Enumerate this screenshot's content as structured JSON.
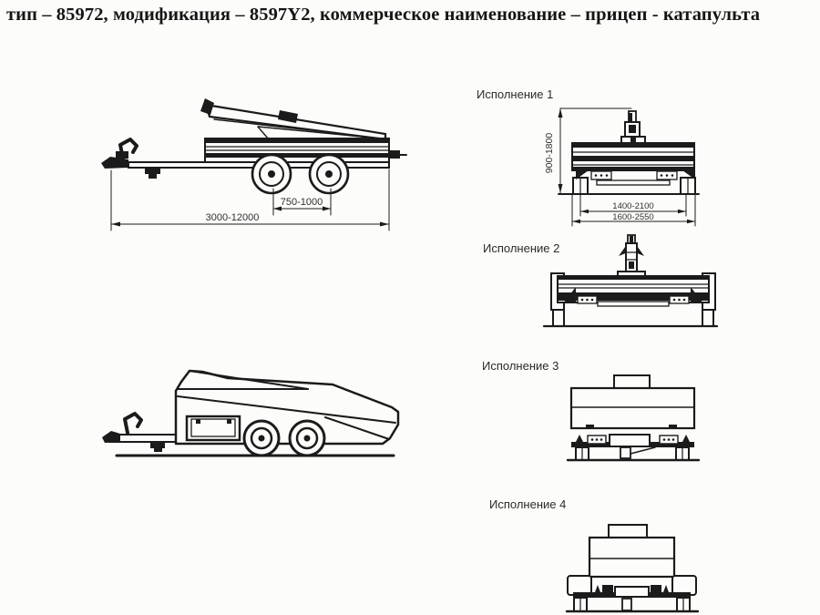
{
  "title": "тип – 85972, модификация – 8597Y2, коммерческое наименование – прицеп - катапульта",
  "side_view_catapult": {
    "dim_axle_spacing": "750-1000",
    "dim_overall_length": "3000-12000"
  },
  "variants": [
    {
      "label": "Исполнение 1",
      "dim_height": "900-1800",
      "dim_track": "1400-2100",
      "dim_overall_width": "1600-2550"
    },
    {
      "label": "Исполнение 2"
    },
    {
      "label": "Исполнение 3"
    },
    {
      "label": "Исполнение 4"
    }
  ]
}
